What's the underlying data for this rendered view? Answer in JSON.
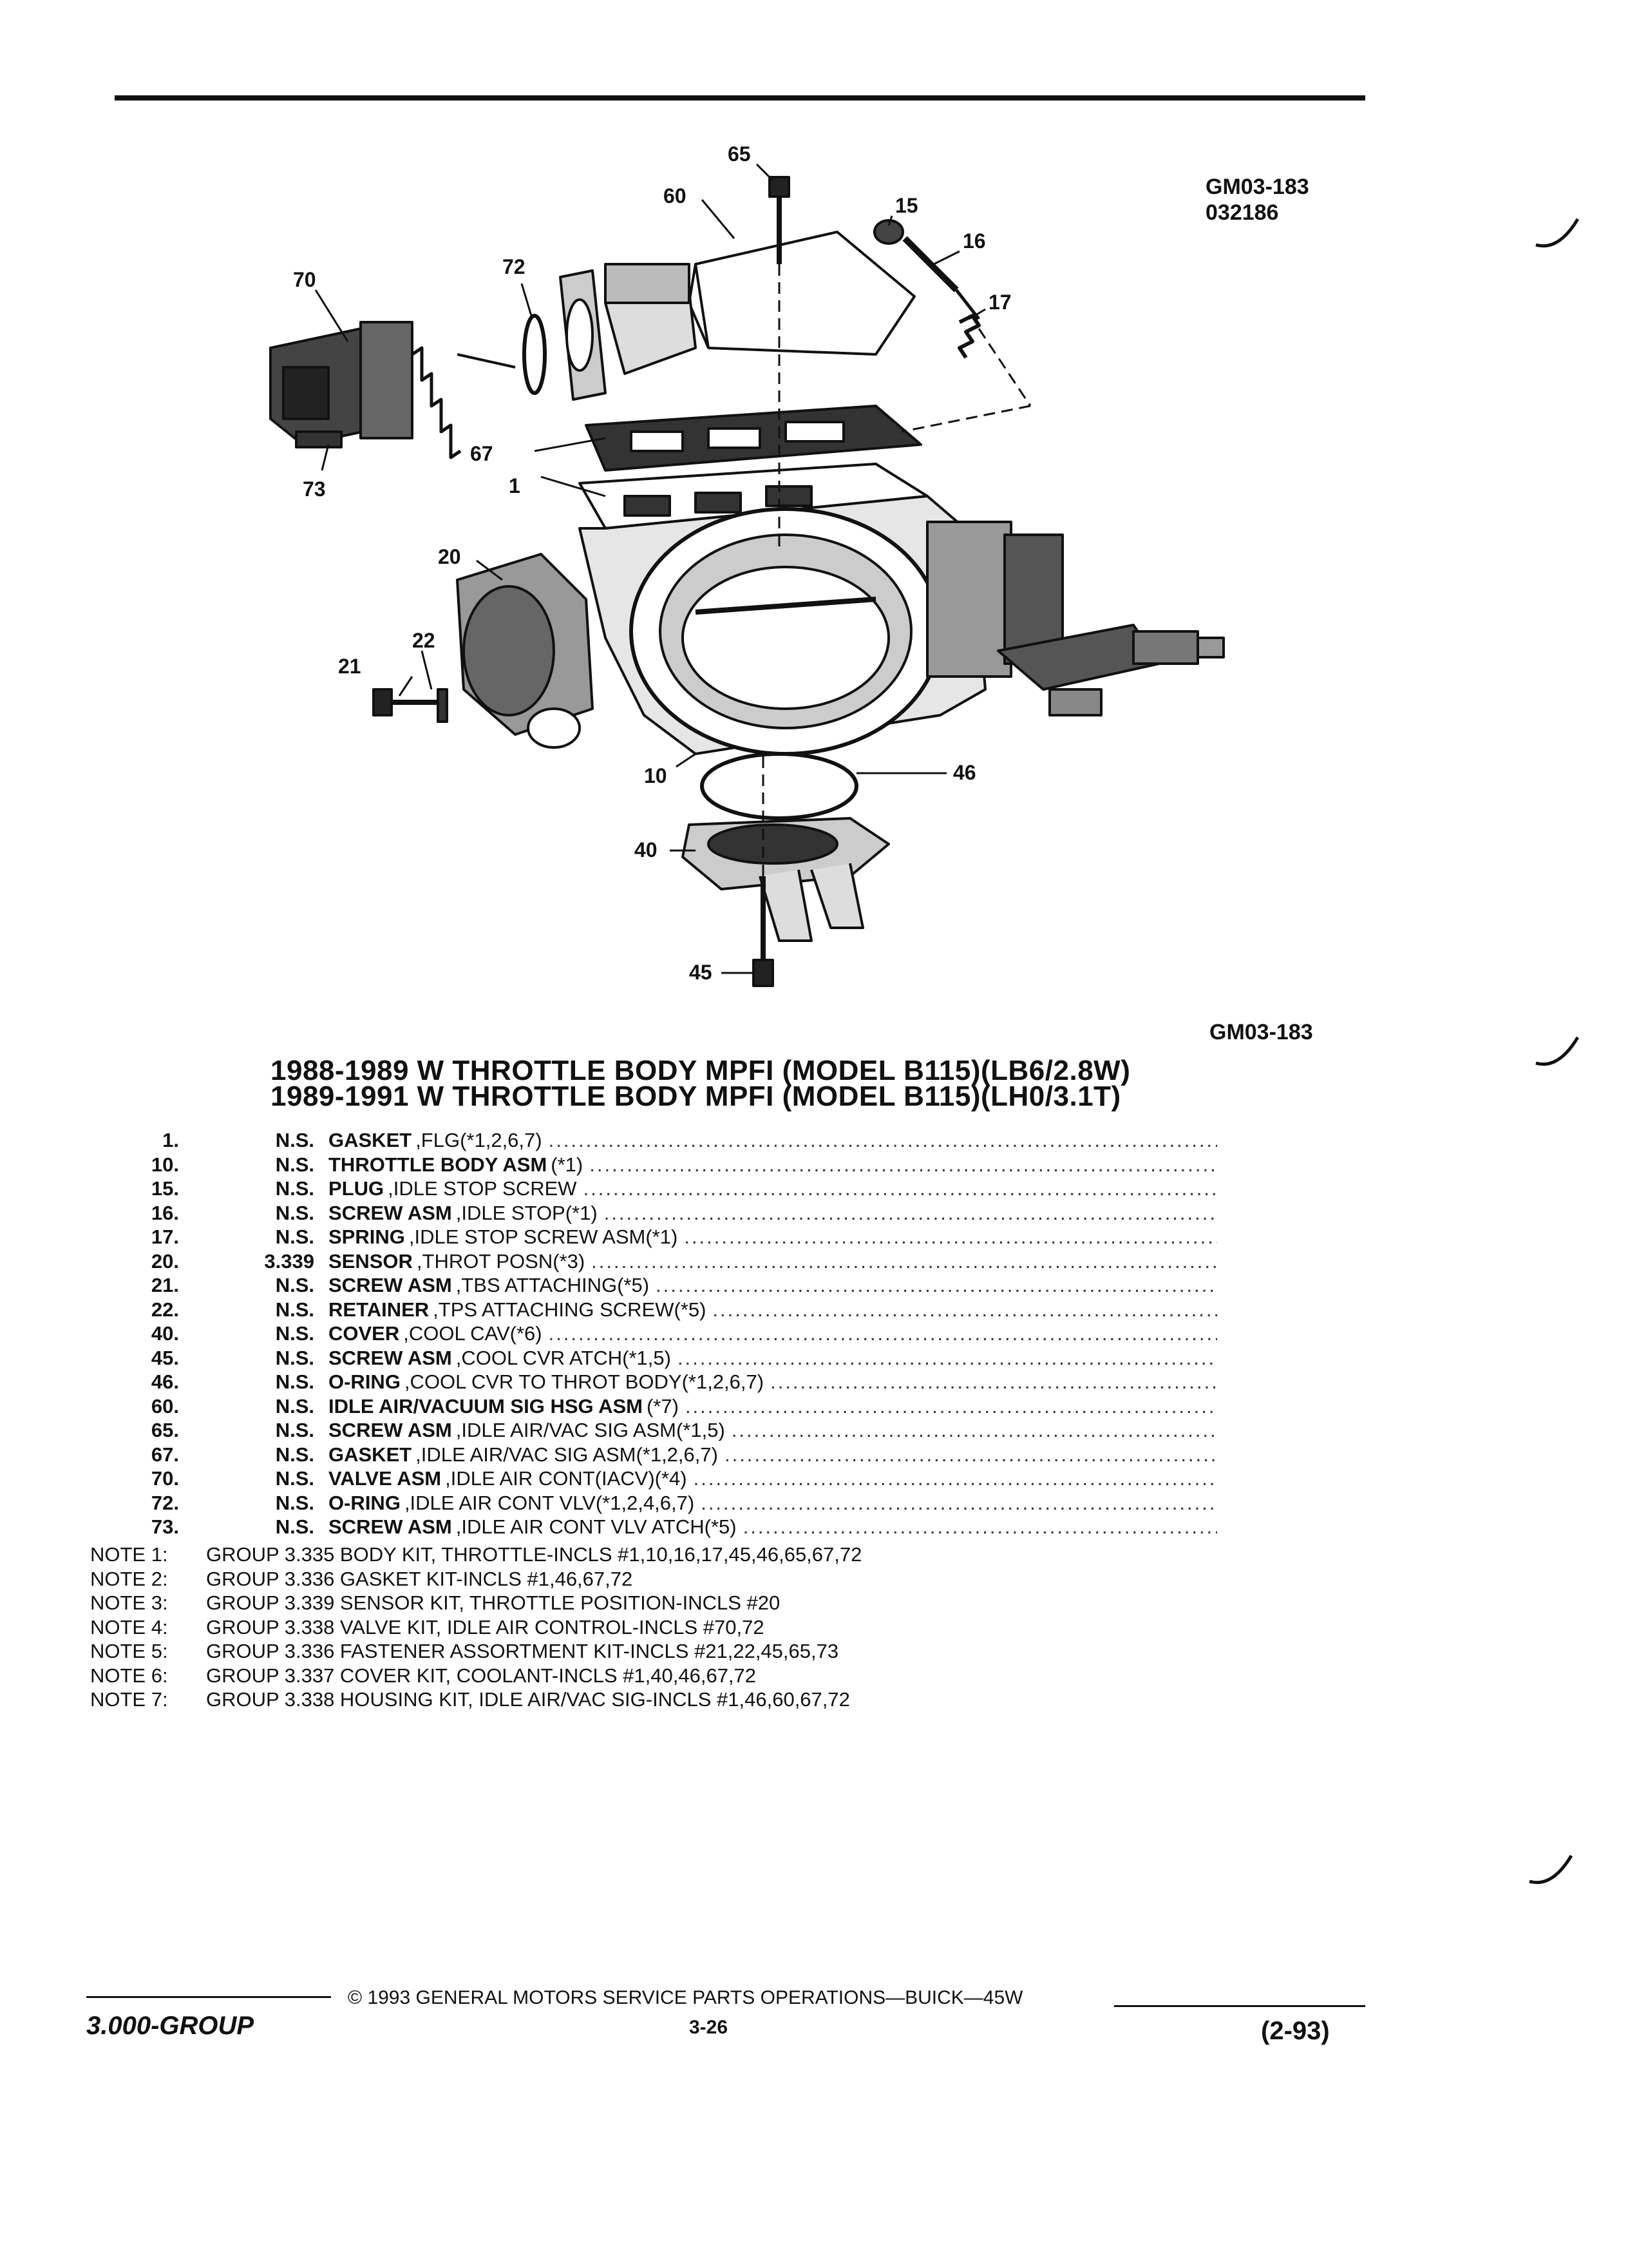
{
  "figure": {
    "id_top": "GM03-183",
    "code": "032186",
    "id_bottom": "GM03-183"
  },
  "callouts": {
    "c65": "65",
    "c60": "60",
    "c15": "15",
    "c16": "16",
    "c17": "17",
    "c70": "70",
    "c72": "72",
    "c67": "67",
    "c1": "1",
    "c73": "73",
    "c20": "20",
    "c22": "22",
    "c21": "21",
    "c10": "10",
    "c46": "46",
    "c40": "40",
    "c45": "45"
  },
  "title": {
    "line1": "1988-1989 W THROTTLE BODY MPFI (MODEL B115)(LB6/2.8W)",
    "line2": "1989-1991 W THROTTLE BODY MPFI (MODEL B115)(LH0/3.1T)"
  },
  "parts": [
    {
      "num": "1.",
      "group": "N.S.",
      "name": "GASKET",
      "desc": ",FLG(*1,2,6,7)"
    },
    {
      "num": "10.",
      "group": "N.S.",
      "name": "THROTTLE BODY ASM",
      "desc": "(*1)"
    },
    {
      "num": "15.",
      "group": "N.S.",
      "name": "PLUG",
      "desc": ",IDLE STOP SCREW"
    },
    {
      "num": "16.",
      "group": "N.S.",
      "name": "SCREW ASM",
      "desc": ",IDLE STOP(*1)"
    },
    {
      "num": "17.",
      "group": "N.S.",
      "name": "SPRING",
      "desc": ",IDLE STOP SCREW ASM(*1)"
    },
    {
      "num": "20.",
      "group": "3.339",
      "name": "SENSOR",
      "desc": ",THROT POSN(*3)"
    },
    {
      "num": "21.",
      "group": "N.S.",
      "name": "SCREW ASM",
      "desc": ",TBS ATTACHING(*5)"
    },
    {
      "num": "22.",
      "group": "N.S.",
      "name": "RETAINER",
      "desc": ",TPS ATTACHING SCREW(*5)"
    },
    {
      "num": "40.",
      "group": "N.S.",
      "name": "COVER",
      "desc": ",COOL CAV(*6)"
    },
    {
      "num": "45.",
      "group": "N.S.",
      "name": "SCREW ASM",
      "desc": ",COOL CVR ATCH(*1,5)"
    },
    {
      "num": "46.",
      "group": "N.S.",
      "name": "O-RING",
      "desc": ",COOL CVR TO THROT BODY(*1,2,6,7)"
    },
    {
      "num": "60.",
      "group": "N.S.",
      "name": "IDLE AIR/VACUUM SIG HSG ASM",
      "desc": "(*7)"
    },
    {
      "num": "65.",
      "group": "N.S.",
      "name": "SCREW ASM",
      "desc": ",IDLE AIR/VAC SIG ASM(*1,5)"
    },
    {
      "num": "67.",
      "group": "N.S.",
      "name": "GASKET",
      "desc": ",IDLE AIR/VAC SIG ASM(*1,2,6,7)"
    },
    {
      "num": "70.",
      "group": "N.S.",
      "name": "VALVE ASM",
      "desc": ",IDLE AIR CONT(IACV)(*4)"
    },
    {
      "num": "72.",
      "group": "N.S.",
      "name": "O-RING",
      "desc": ",IDLE AIR CONT VLV(*1,2,4,6,7)"
    },
    {
      "num": "73.",
      "group": "N.S.",
      "name": "SCREW ASM",
      "desc": ",IDLE AIR CONT VLV ATCH(*5)"
    }
  ],
  "notes": [
    {
      "label": "NOTE 1:",
      "text": "GROUP 3.335 BODY KIT, THROTTLE-INCLS #1,10,16,17,45,46,65,67,72"
    },
    {
      "label": "NOTE 2:",
      "text": "GROUP 3.336 GASKET KIT-INCLS #1,46,67,72"
    },
    {
      "label": "NOTE 3:",
      "text": "GROUP 3.339 SENSOR KIT, THROTTLE POSITION-INCLS #20"
    },
    {
      "label": "NOTE 4:",
      "text": "GROUP 3.338 VALVE KIT, IDLE AIR CONTROL-INCLS #70,72"
    },
    {
      "label": "NOTE 5:",
      "text": "GROUP 3.336 FASTENER ASSORTMENT KIT-INCLS #21,22,45,65,73"
    },
    {
      "label": "NOTE 6:",
      "text": "GROUP 3.337 COVER KIT, COOLANT-INCLS #1,40,46,67,72"
    },
    {
      "label": "NOTE 7:",
      "text": "GROUP 3.338 HOUSING KIT, IDLE AIR/VAC SIG-INCLS #1,46,60,67,72"
    }
  ],
  "footer": {
    "group": "3.000-GROUP",
    "copyright": "© 1993 GENERAL MOTORS SERVICE PARTS OPERATIONS—BUICK—45W",
    "page": "3-26",
    "date": "(2-93)"
  }
}
